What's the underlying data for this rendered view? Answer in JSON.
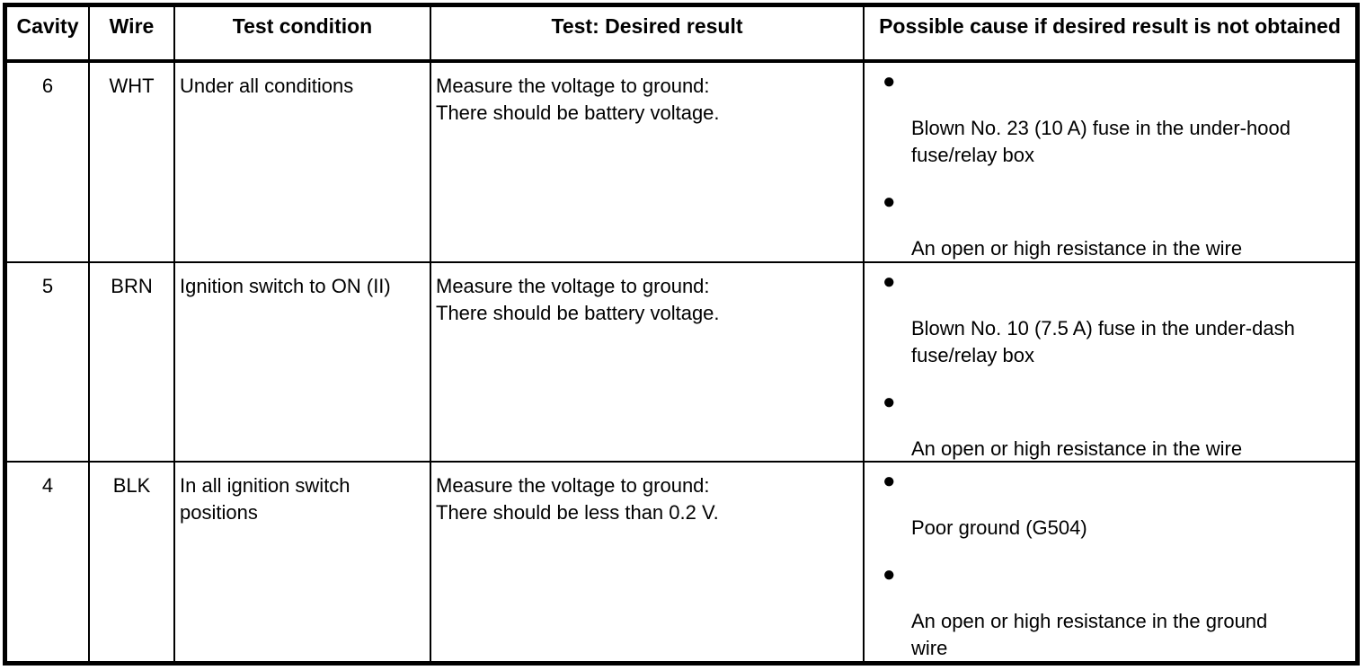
{
  "icons": {
    "bullet": "●"
  },
  "table": {
    "headers": [
      "Cavity",
      "Wire",
      "Test condition",
      "Test: Desired result",
      "Possible cause if desired result is not obtained"
    ],
    "rows": [
      {
        "cavity": "6",
        "wire": "WHT",
        "condition": "Under all conditions",
        "result": "Measure the voltage to ground:\nThere should be battery voltage.",
        "causes": [
          "Blown No. 23 (10 A) fuse in the under-hood fuse/relay box",
          "An open or high resistance in the wire"
        ]
      },
      {
        "cavity": "5",
        "wire": "BRN",
        "condition": "Ignition switch to ON (II)",
        "result": "Measure the voltage to ground:\nThere should be battery voltage.",
        "causes": [
          "Blown No. 10 (7.5 A) fuse in the under-dash fuse/relay box",
          "An open or high resistance in the wire"
        ]
      },
      {
        "cavity": "4",
        "wire": "BLK",
        "condition": "In all ignition switch positions",
        "result": "Measure the voltage to ground:\nThere should be less than 0.2 V.",
        "causes": [
          "Poor ground (G504)",
          "An open or high resistance in the ground wire"
        ]
      }
    ]
  }
}
